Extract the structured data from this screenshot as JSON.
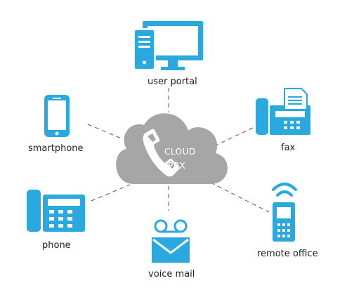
{
  "center": {
    "line1": "CLOUD",
    "line2": "PBX"
  },
  "nodes": {
    "user_portal": {
      "label": "user portal",
      "icon": "desktop-computer-icon"
    },
    "smartphone": {
      "label": "smartphone",
      "icon": "smartphone-icon"
    },
    "fax": {
      "label": "fax",
      "icon": "fax-machine-icon"
    },
    "phone": {
      "label": "phone",
      "icon": "desk-phone-icon"
    },
    "voice_mail": {
      "label": "voice mail",
      "icon": "voicemail-envelope-icon"
    },
    "remote_office": {
      "label": "remote office",
      "icon": "wireless-phone-icon"
    }
  },
  "colors": {
    "icon": "#29a9e0",
    "cloud": "#a6a6a6",
    "line": "#555555",
    "text": "#222222"
  }
}
